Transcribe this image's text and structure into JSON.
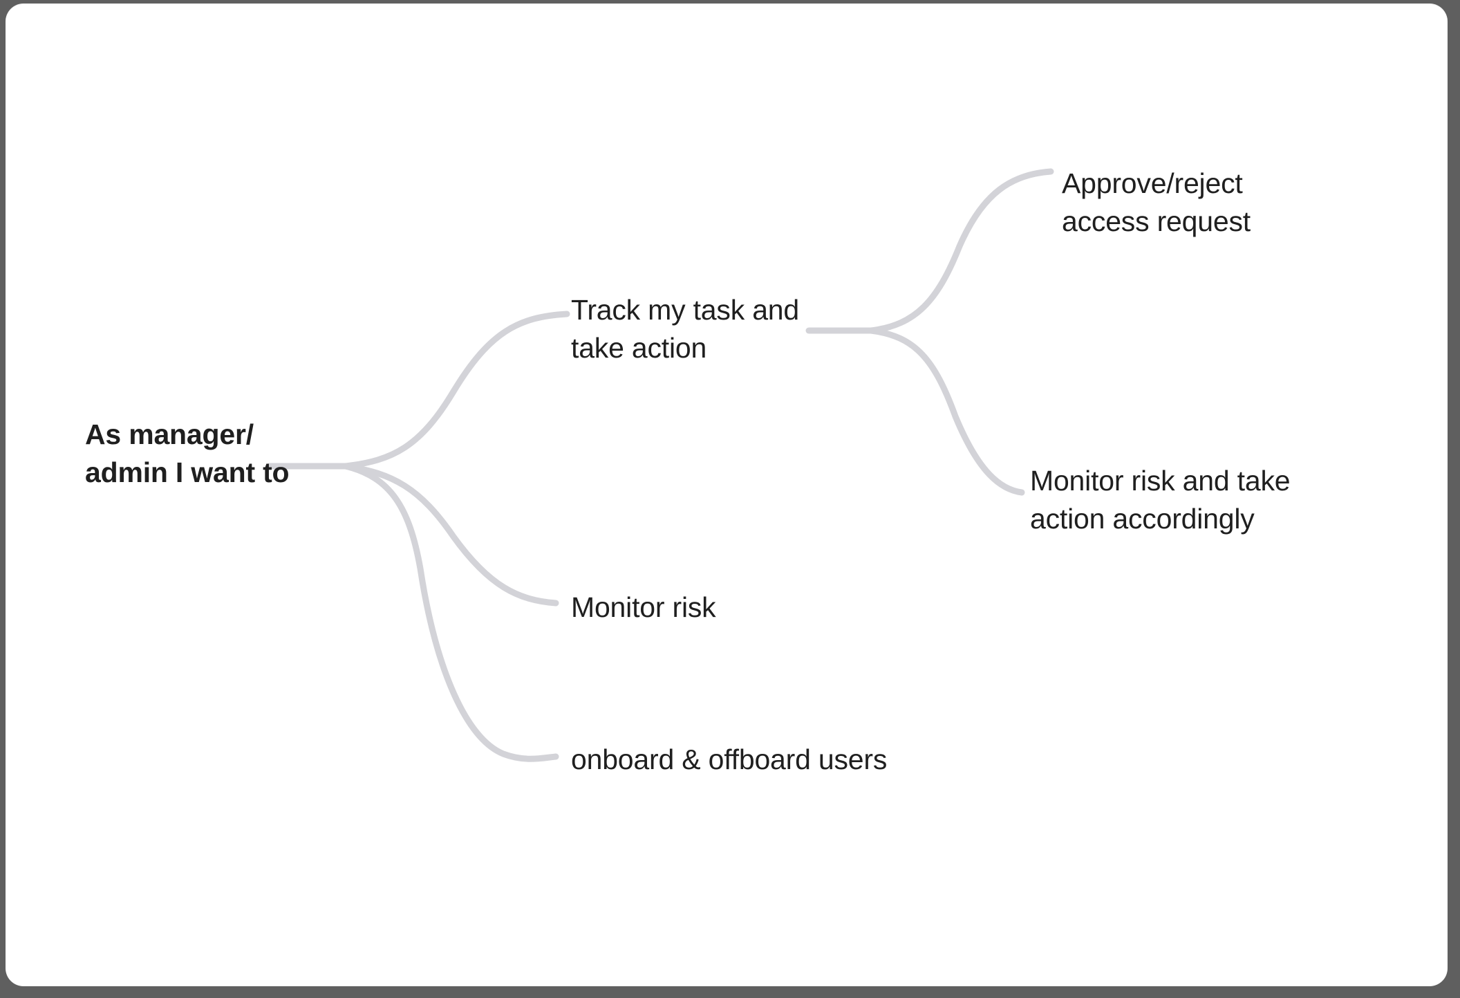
{
  "canvas": {
    "background_color": "#ffffff",
    "frame_color": "#5f5f5f",
    "connector_color": "#d3d3d8",
    "text_color": "#1f1f1f"
  },
  "mindmap": {
    "root": {
      "label": "As manager/\nadmin I want to",
      "bold": true
    },
    "branches": [
      {
        "id": "track-task",
        "label": "Track my task and\ntake action",
        "children": [
          {
            "id": "approve-reject",
            "label": "Approve/reject\naccess request"
          },
          {
            "id": "monitor-risk-action",
            "label": "Monitor risk and take\naction accordingly"
          }
        ]
      },
      {
        "id": "monitor-risk",
        "label": "Monitor risk",
        "children": []
      },
      {
        "id": "onboard-offboard",
        "label": "onboard & offboard users",
        "children": []
      }
    ]
  },
  "chart_data": {
    "type": "diagram",
    "diagram_type": "mindmap",
    "title": "As manager/ admin I want to",
    "orientation": "left-to-right",
    "nodes": [
      {
        "id": "root",
        "label": "As manager/ admin I want to",
        "level": 0,
        "parent": null
      },
      {
        "id": "track-task",
        "label": "Track my task and take action",
        "level": 1,
        "parent": "root"
      },
      {
        "id": "monitor-risk",
        "label": "Monitor risk",
        "level": 1,
        "parent": "root"
      },
      {
        "id": "onboard-offboard",
        "label": "onboard & offboard users",
        "level": 1,
        "parent": "root"
      },
      {
        "id": "approve-reject",
        "label": "Approve/reject access request",
        "level": 2,
        "parent": "track-task"
      },
      {
        "id": "monitor-risk-action",
        "label": "Monitor risk and take action accordingly",
        "level": 2,
        "parent": "track-task"
      }
    ],
    "edges": [
      {
        "from": "root",
        "to": "track-task"
      },
      {
        "from": "root",
        "to": "monitor-risk"
      },
      {
        "from": "root",
        "to": "onboard-offboard"
      },
      {
        "from": "track-task",
        "to": "approve-reject"
      },
      {
        "from": "track-task",
        "to": "monitor-risk-action"
      }
    ]
  }
}
